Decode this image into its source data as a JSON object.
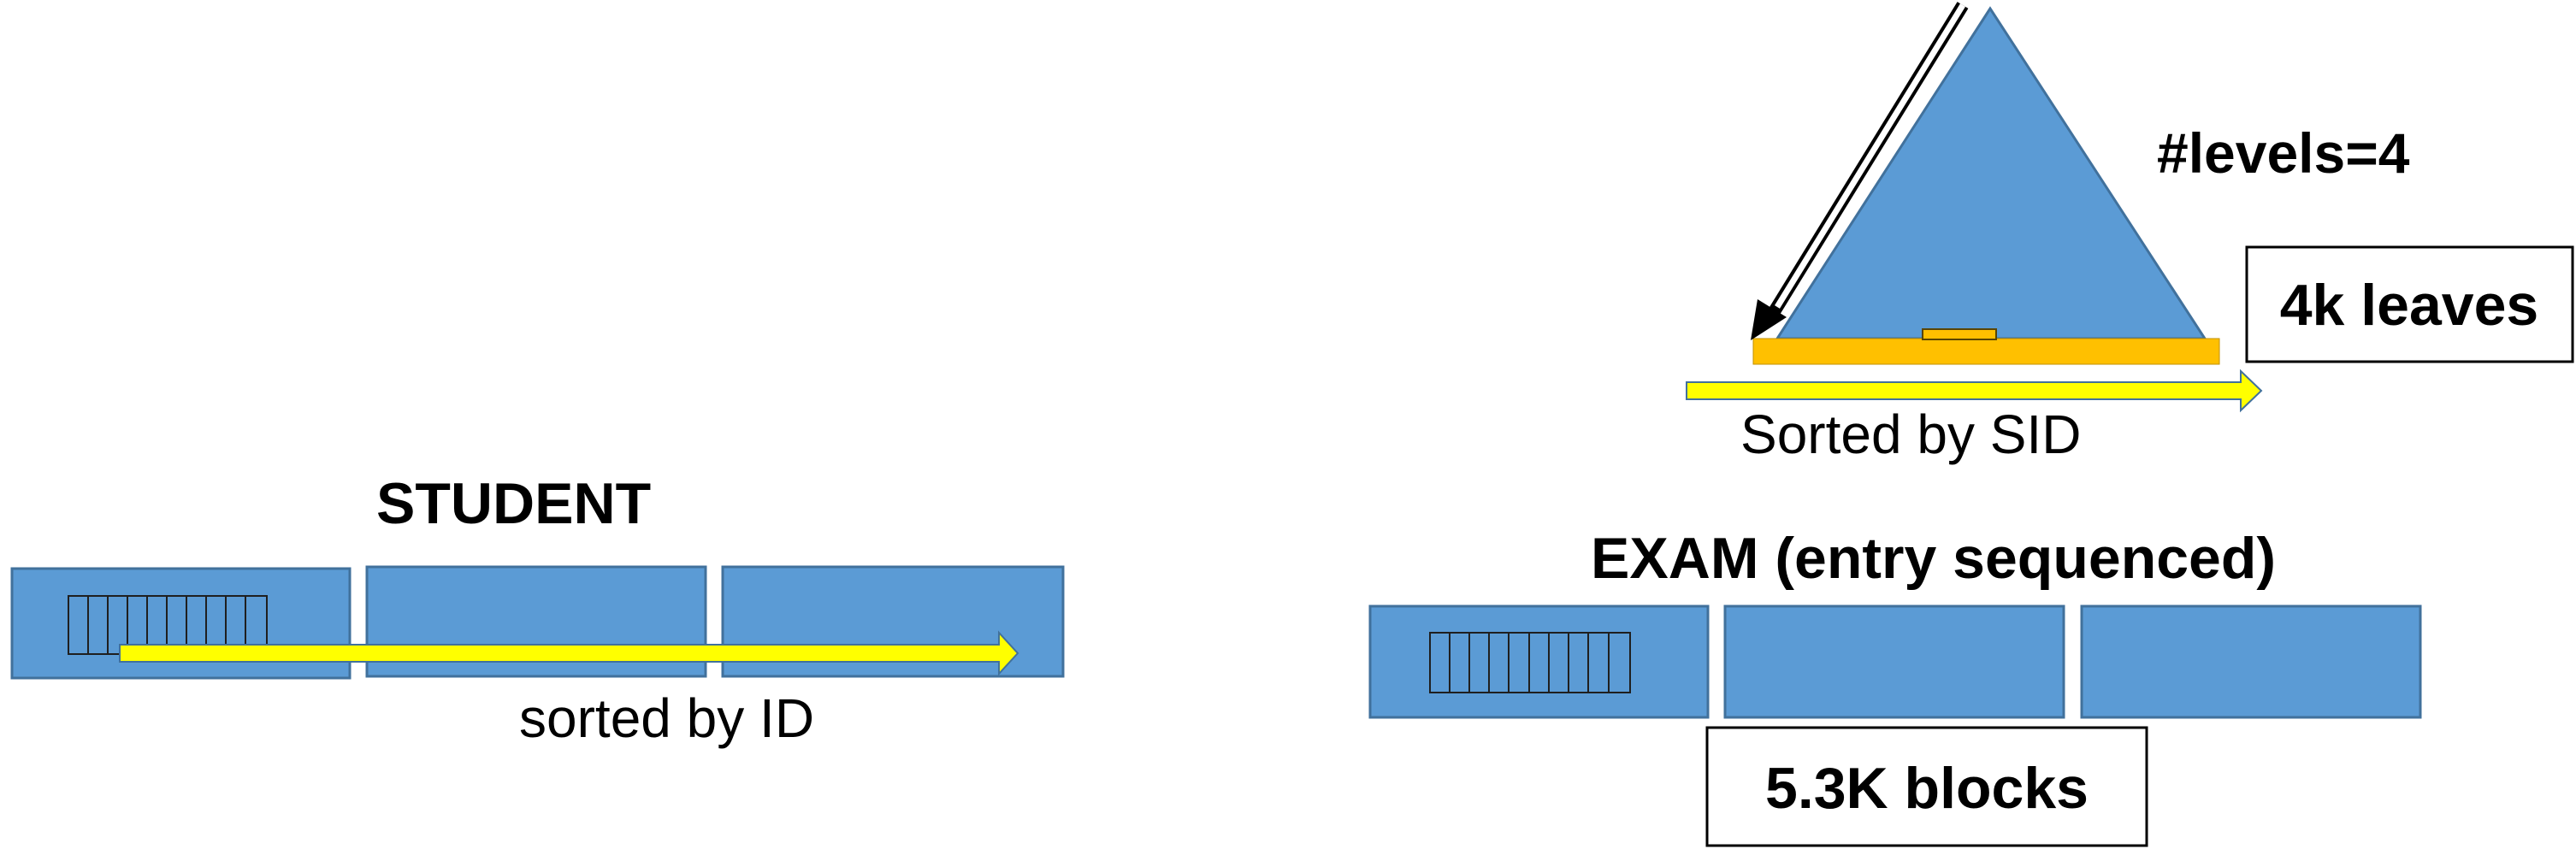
{
  "student": {
    "title": "STUDENT",
    "sort_label": "sorted by ID"
  },
  "exam": {
    "title": "EXAM (entry sequenced)",
    "blocks_label": "5.3K blocks"
  },
  "index": {
    "levels_label": "#levels=4",
    "leaves_label": "4k leaves",
    "sort_label": "Sorted by SID"
  },
  "colors": {
    "block_fill": "#5b9bd5",
    "block_stroke": "#41719c",
    "leaf_bar": "#ffc000",
    "scan_arrow": "#ffff00",
    "text": "#000000"
  }
}
